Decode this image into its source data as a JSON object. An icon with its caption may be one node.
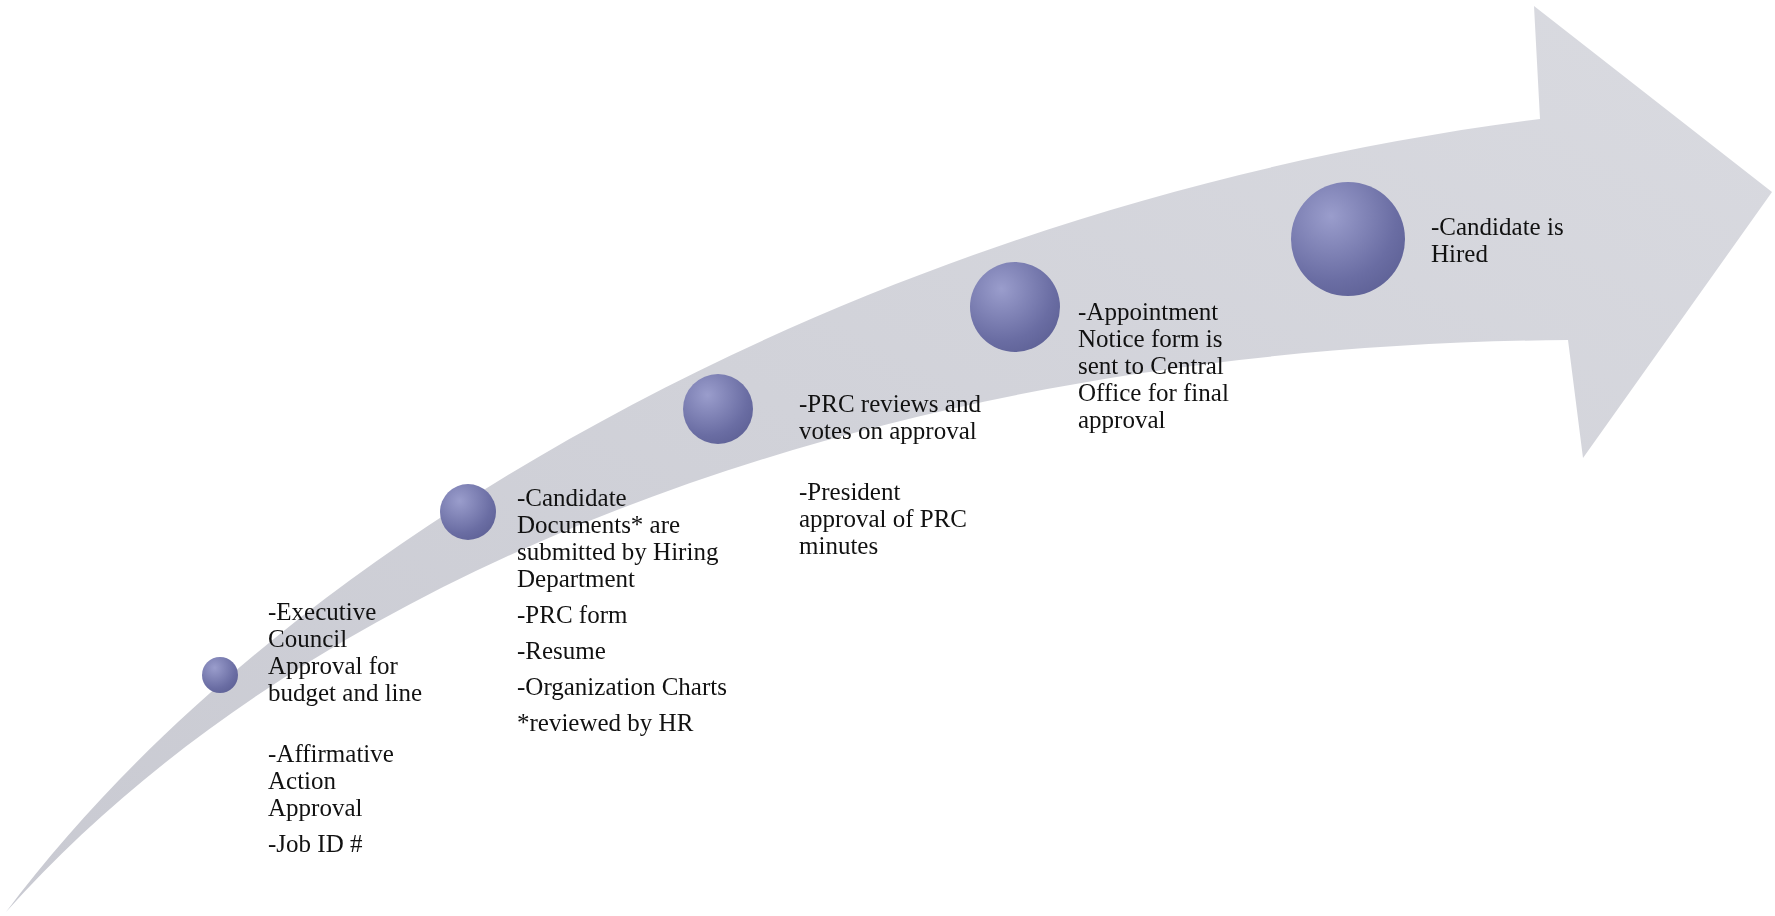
{
  "diagram": {
    "nodes": [
      {
        "text": [],
        "shape": "circle",
        "beside": [
          "-Executive Council Approval for budget and line",
          "-Affirmative Action Approval",
          "-Job ID #"
        ]
      },
      {
        "text": [],
        "shape": "circle",
        "beside": [
          "-Candidate Documents* are submitted by Hiring Department",
          "-PRC form",
          "-Resume",
          "-Organization Charts",
          "*reviewed by HR"
        ]
      },
      {
        "text": [],
        "shape": "circle",
        "beside": [
          "-PRC reviews and votes on approval",
          "-President approval of PRC minutes"
        ]
      },
      {
        "text": [],
        "shape": "circle",
        "beside": [
          "-Appointment Notice form is sent to Central Office for final approval"
        ]
      },
      {
        "text": [],
        "shape": "circle",
        "beside": [
          "-Candidate is Hired"
        ]
      }
    ],
    "edges": []
  }
}
